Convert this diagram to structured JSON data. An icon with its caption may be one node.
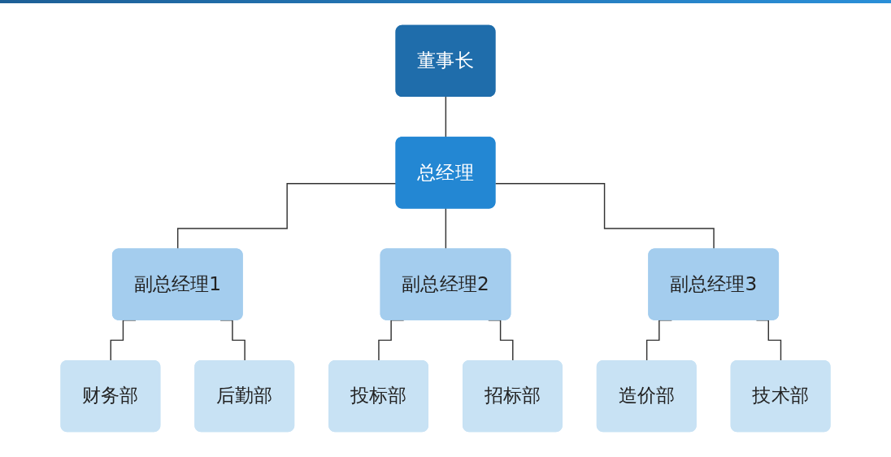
{
  "diagram": {
    "nodes": [
      {
        "text": [
          "董事长"
        ]
      },
      {
        "text": [
          "总经理"
        ]
      },
      {
        "text": [
          "副总经理1"
        ]
      },
      {
        "text": [
          "副总经理2"
        ]
      },
      {
        "text": [
          "副总经理3"
        ]
      },
      {
        "text": [
          "财务部"
        ]
      },
      {
        "text": [
          "后勤部"
        ]
      },
      {
        "text": [
          "投标部"
        ]
      },
      {
        "text": [
          "招标部"
        ]
      },
      {
        "text": [
          "造价部"
        ]
      },
      {
        "text": [
          "技术部"
        ]
      }
    ],
    "edges": [
      {
        "from": 0,
        "to": 1,
        "arrow": "none"
      },
      {
        "from": 1,
        "to": 2,
        "arrow": "none"
      },
      {
        "from": 1,
        "to": 3,
        "arrow": "none"
      },
      {
        "from": 1,
        "to": 4,
        "arrow": "none"
      },
      {
        "from": 2,
        "to": 5,
        "arrow": "none"
      },
      {
        "from": 2,
        "to": 6,
        "arrow": "none"
      },
      {
        "from": 3,
        "to": 7,
        "arrow": "none"
      },
      {
        "from": 3,
        "to": 8,
        "arrow": "none"
      },
      {
        "from": 4,
        "to": 9,
        "arrow": "none"
      },
      {
        "from": 4,
        "to": 10,
        "arrow": "none"
      }
    ]
  }
}
